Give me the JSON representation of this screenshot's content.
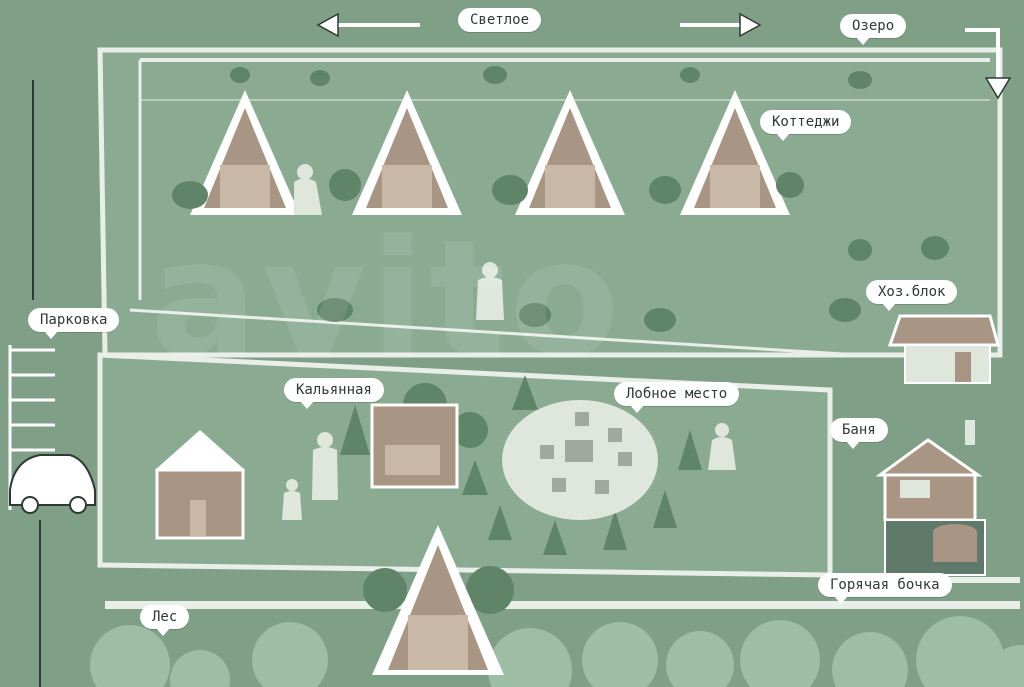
{
  "labels": {
    "svetloe": "Светлое",
    "ozero": "Озеро",
    "kottedzhi": "Коттеджи",
    "parkovka": "Парковка",
    "hozblok": "Хоз.блок",
    "kalyannaya": "Кальянная",
    "lobnoe_mesto": "Лобное место",
    "banya": "Баня",
    "goryachaya_bochka": "Горячая бочка",
    "les": "Лес"
  },
  "watermark": "avito",
  "colors": {
    "background": "#7f9f87",
    "zone": "#8aab91",
    "path": "#e9efe8",
    "cabin_frame": "#ffffff",
    "cabin_wall": "#a99584",
    "bush": "#5f8468",
    "forest": "#9dbda4",
    "bubble": "#ffffff",
    "text": "#2f3a33"
  },
  "icons": [
    "arrow-left-icon",
    "arrow-right-icon",
    "arrow-down-icon",
    "car-icon",
    "cabin-icon",
    "campfire-icon",
    "person-icon",
    "tree-icon",
    "bush-icon",
    "house-icon",
    "tent-icon",
    "barrel-icon"
  ]
}
